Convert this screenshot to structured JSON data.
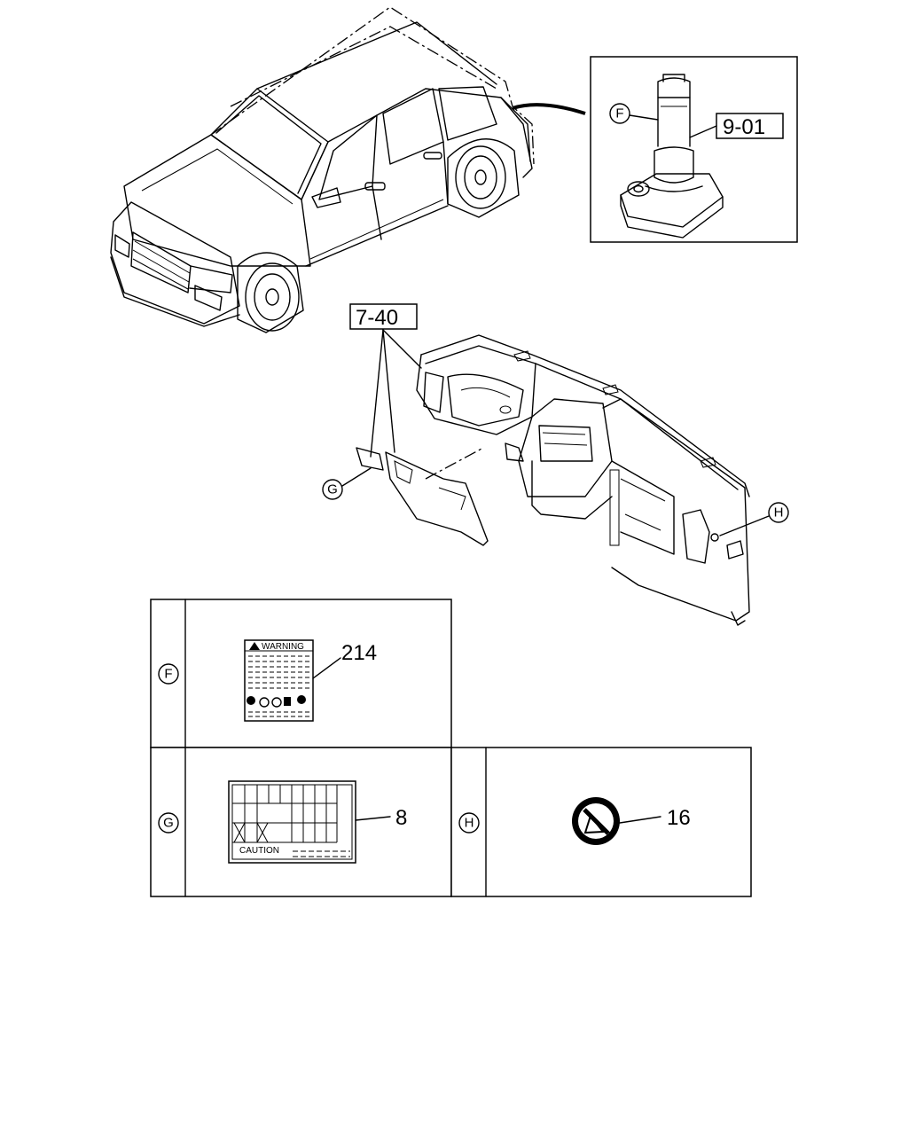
{
  "callouts": {
    "jack_ref": "9-01",
    "dash_ref": "7-40",
    "warning_label_no": "214",
    "caution_label_no": "8",
    "round_label_no": "16"
  },
  "markers": {
    "f": "F",
    "g": "G",
    "h": "H"
  },
  "label_text": {
    "warning": "WARNING",
    "caution": "CAUTION"
  }
}
